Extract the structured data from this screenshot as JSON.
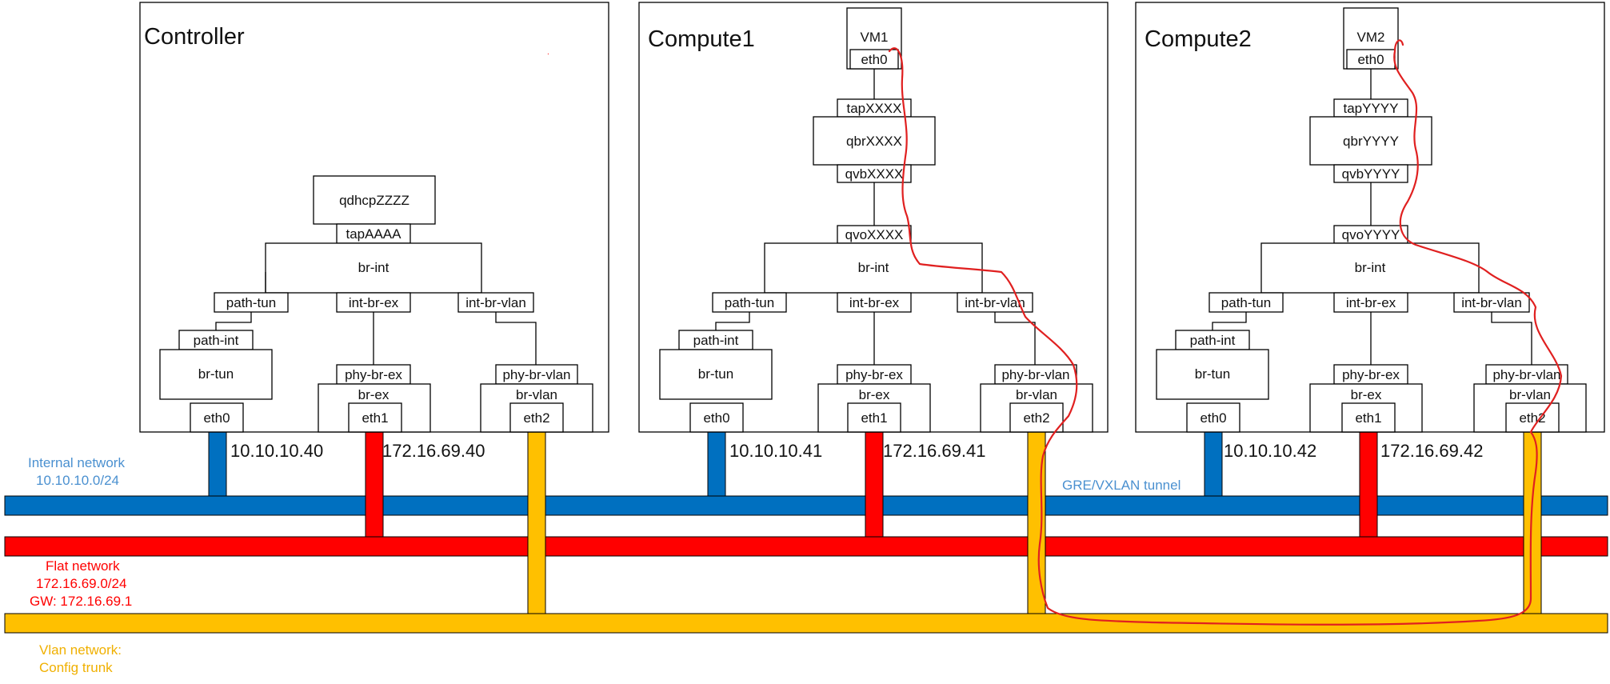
{
  "colors": {
    "internal": "#0070c0",
    "flat": "#ff0000",
    "vlan": "#ffc000",
    "path": "#e02020"
  },
  "hosts": {
    "controller": {
      "title": "Controller",
      "qdhcp": "qdhcpZZZZ",
      "tap": "tapAAAA",
      "br_int": "br-int",
      "path_tun": "path-tun",
      "int_br_ex": "int-br-ex",
      "int_br_vlan": "int-br-vlan",
      "path_int": "path-int",
      "br_tun": "br-tun",
      "phy_br_ex": "phy-br-ex",
      "br_ex": "br-ex",
      "phy_br_vlan": "phy-br-vlan",
      "br_vlan": "br-vlan",
      "eth0": "eth0",
      "eth1": "eth1",
      "eth2": "eth2",
      "ip_internal": "10.10.10.40",
      "ip_flat": "172.16.69.40"
    },
    "compute1": {
      "title": "Compute1",
      "vm": "VM1",
      "vm_eth": "eth0",
      "tap": "tapXXXX",
      "qbr": "qbrXXXX",
      "qvb": "qvbXXXX",
      "qvo": "qvoXXXX",
      "br_int": "br-int",
      "path_tun": "path-tun",
      "int_br_ex": "int-br-ex",
      "int_br_vlan": "int-br-vlan",
      "path_int": "path-int",
      "br_tun": "br-tun",
      "phy_br_ex": "phy-br-ex",
      "br_ex": "br-ex",
      "phy_br_vlan": "phy-br-vlan",
      "br_vlan": "br-vlan",
      "eth0": "eth0",
      "eth1": "eth1",
      "eth2": "eth2",
      "ip_internal": "10.10.10.41",
      "ip_flat": "172.16.69.41"
    },
    "compute2": {
      "title": "Compute2",
      "vm": "VM2",
      "vm_eth": "eth0",
      "tap": "tapYYYY",
      "qbr": "qbrYYYY",
      "qvb": "qvbYYYY",
      "qvo": "qvoYYYY",
      "br_int": "br-int",
      "path_tun": "path-tun",
      "int_br_ex": "int-br-ex",
      "int_br_vlan": "int-br-vlan",
      "path_int": "path-int",
      "br_tun": "br-tun",
      "phy_br_ex": "phy-br-ex",
      "br_ex": "br-ex",
      "phy_br_vlan": "phy-br-vlan",
      "br_vlan": "br-vlan",
      "eth0": "eth0",
      "eth1": "eth1",
      "eth2": "eth2",
      "ip_internal": "10.10.10.42",
      "ip_flat": "172.16.69.42"
    }
  },
  "networks": {
    "internal": {
      "line1": "Internal network",
      "line2": "10.10.10.0/24"
    },
    "tunnel": "GRE/VXLAN tunnel",
    "flat": {
      "line1": "Flat network",
      "line2": "172.16.69.0/24",
      "line3": "GW: 172.16.69.1"
    },
    "vlan": {
      "line1": "Vlan network:",
      "line2": "Config trunk"
    }
  }
}
